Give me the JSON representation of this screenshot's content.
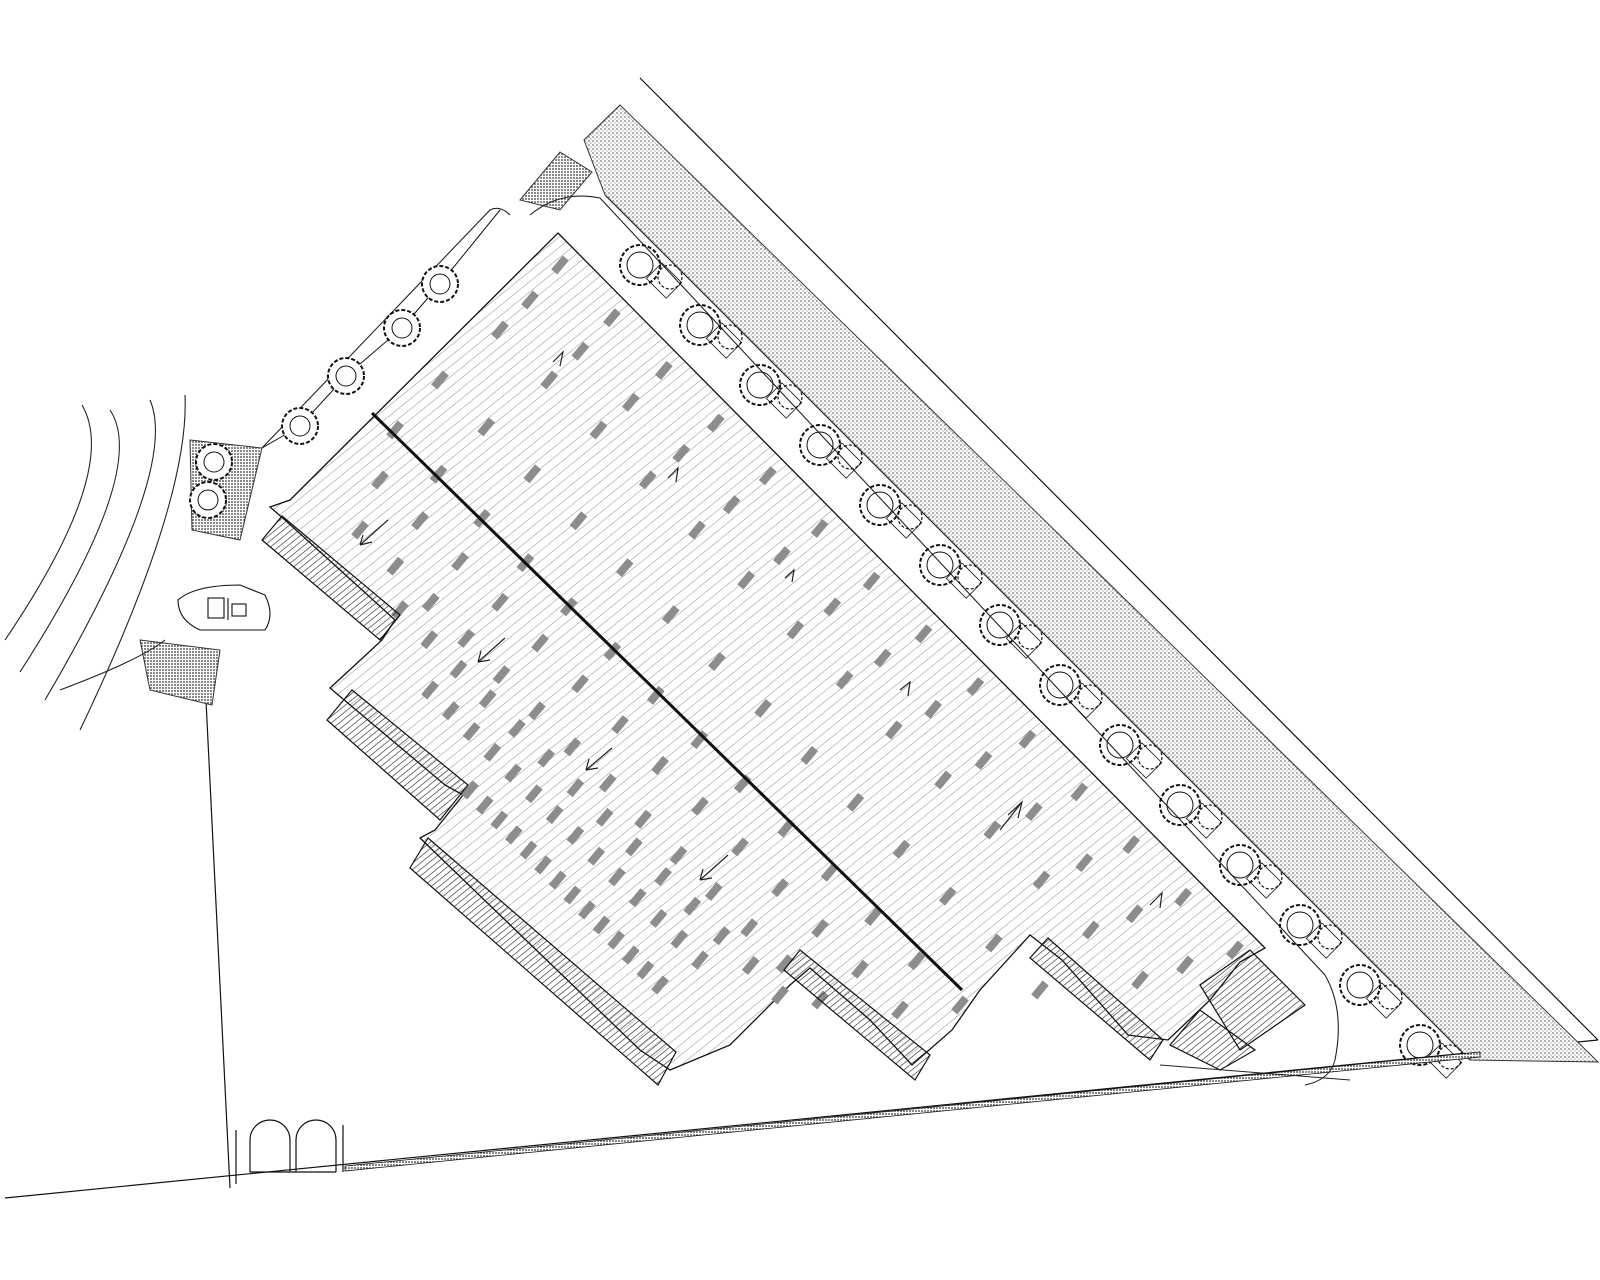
{
  "plan": {
    "colors": {
      "line": "#111111",
      "stall": "#888888",
      "deck": "#ffffff",
      "hatch": "#9a9a9a"
    },
    "elements": {
      "parking_deck": "parking-deck",
      "tree_row": "tree-row",
      "roadside_hatch": "roadside-hatch-band",
      "boundary_wall": "boundary-wall",
      "gatehouse": "gatehouse",
      "entrance_gate": "entrance-gate",
      "access_road": "curved-access-road",
      "direction_arrows": "traffic-direction-arrows"
    }
  }
}
